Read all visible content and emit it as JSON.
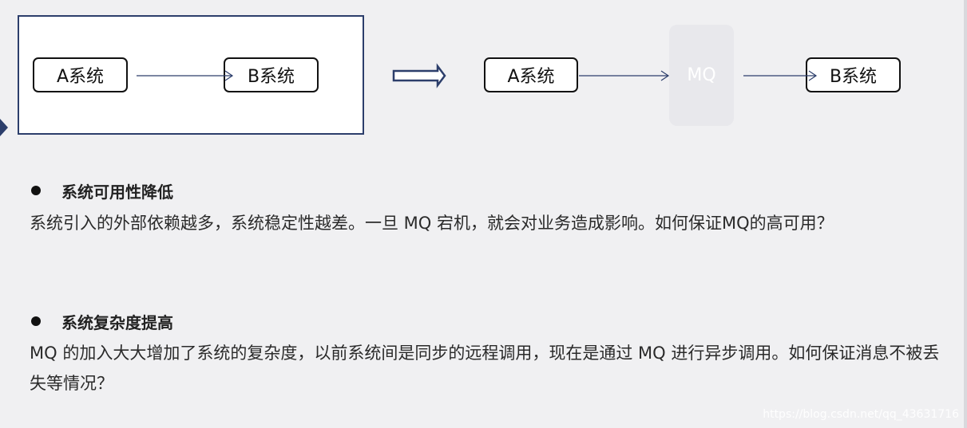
{
  "diagram": {
    "before": {
      "system_a": "A系统",
      "system_b": "B系统"
    },
    "after": {
      "system_a": "A系统",
      "mq": "MQ",
      "system_b": "B系统"
    }
  },
  "sections": [
    {
      "heading": "系统可用性降低",
      "body": "系统引入的外部依赖越多，系统稳定性越差。一旦 MQ 宕机，就会对业务造成影响。如何保证MQ的高可用？"
    },
    {
      "heading": "系统复杂度提高",
      "body": "MQ 的加入大大增加了系统的复杂度，以前系统间是同步的远程调用，现在是通过 MQ 进行异步调用。如何保证消息不被丢失等情况？"
    }
  ],
  "watermark": "https://blog.csdn.net/qq_43631716",
  "colors": {
    "frame_border": "#2c3e6b",
    "arrow": "#2c3e6b",
    "mq_fill": "#e8e8ec"
  }
}
